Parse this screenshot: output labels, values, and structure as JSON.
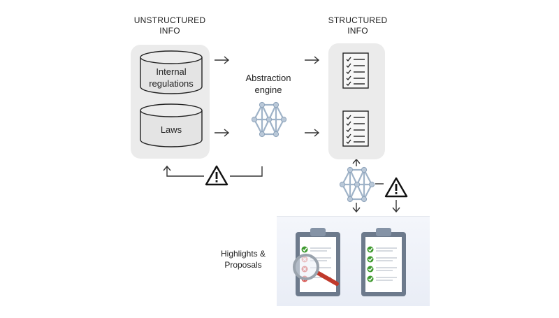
{
  "headings": {
    "unstructured": [
      "UNSTRUCTURED",
      "INFO"
    ],
    "structured": [
      "STRUCTURED",
      "INFO"
    ]
  },
  "sources": [
    {
      "label_lines": [
        "Internal",
        "regulations"
      ]
    },
    {
      "label_lines": [
        "Laws"
      ]
    }
  ],
  "engine": {
    "label_lines": [
      "Abstraction",
      "engine"
    ]
  },
  "output": {
    "label_lines": [
      "Highlights &",
      "Proposals"
    ]
  },
  "icons": {
    "database": "database-cylinder-icon",
    "network": "neural-network-icon",
    "checklist": "checklist-document-icon",
    "warning": "warning-triangle-icon",
    "clipboard": "clipboard-icon",
    "magnifier": "magnifying-glass-icon"
  },
  "colors": {
    "panel": "#ebebeb",
    "network_node": "#9fb3c8",
    "check_green": "#3f9a2f",
    "cross_red": "#d9534f",
    "clipboard_frame": "#6d7a8c",
    "magnifier_handle": "#c0392b"
  }
}
